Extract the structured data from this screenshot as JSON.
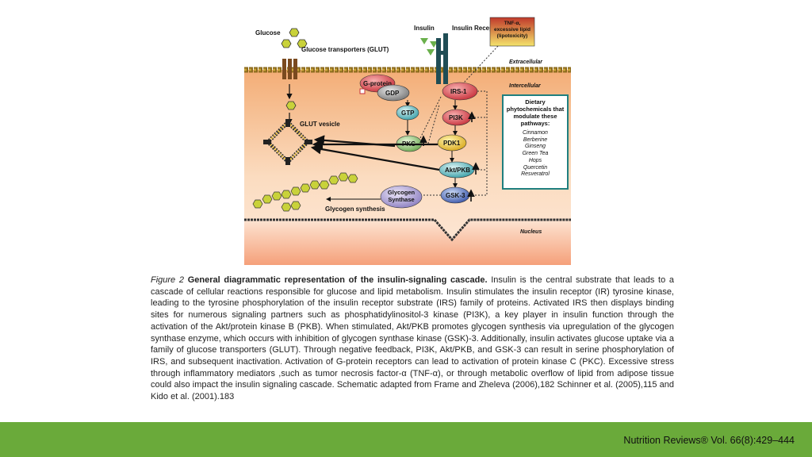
{
  "diagram": {
    "glucose": "Glucose",
    "glut_label": "Glucose transporters (GLUT)",
    "insulin": "Insulin",
    "insulin_receptor": "Insulin Receptor (IR)",
    "tnf_box": "TNF-α, excessive lipid (lipotoxicity)",
    "extracellular": "Extracellular",
    "intercellular": "Intercellular",
    "g_protein": "G-protein",
    "gdp": "GDP",
    "gtp": "GTP",
    "pkc": "PKC",
    "irs1": "IRS-1",
    "pi3k": "PI3K",
    "pdk1": "PDK1",
    "akt": "Akt/PKB",
    "gsk3": "GSK-3",
    "glycogen_synthase": "Glycogen Synthase",
    "glycogen_synthesis": "Glycogen synthesis",
    "glut_vesicle": "GLUT vesicle",
    "nucleus": "Nucleus",
    "phyto_title": "Dietary phytochemicals that modulate these pathways:",
    "phytochemicals": [
      "Cinnamon",
      "Berberine",
      "Ginseng",
      "Green Tea",
      "Hops",
      "Quercetin",
      "Resveratrol"
    ]
  },
  "caption": {
    "figure_label": "Figure 2",
    "title": "General diagrammatic representation of the insulin-signaling cascade.",
    "body": "Insulin is the central substrate that leads to a cascade of cellular reactions responsible for glucose and lipid metabolism. Insulin stimulates the insulin receptor (IR) tyrosine kinase, leading to the tyrosine phosphorylation of the insulin receptor substrate (IRS) family of proteins. Activated IRS then displays binding sites for numerous signaling partners such as phosphatidylinositol-3 kinase (PI3K), a key player in insulin function through the activation of the Akt/protein kinase B (PKB). When stimulated, Akt/PKB promotes glycogen synthesis via upregulation of the glycogen synthase enzyme, which occurs with inhibition of glycogen synthase kinase (GSK)-3. Additionally, insulin activates glucose uptake via a family of glucose transporters (GLUT). Through negative feedback, PI3K, Akt/PKB, and GSK-3 can result in serine phosphorylation of IRS, and subsequent inactivation. Activation of G-protein receptors can lead to activation of protein kinase C (PKC). Excessive stress through inflammatory mediators ,such as tumor necrosis factor-α (TNF-α), or through metabolic overflow of lipid from adipose tissue could also impact the insulin signaling cascade. Schematic adapted from Frame and Zheleva (2006),182 Schinner et al. (2005),115 and Kido et al. (2001).183"
  },
  "footer": {
    "citation": "Nutrition Reviews® Vol. 66(8):429–444",
    "bar_color": "#6aaa3a"
  }
}
